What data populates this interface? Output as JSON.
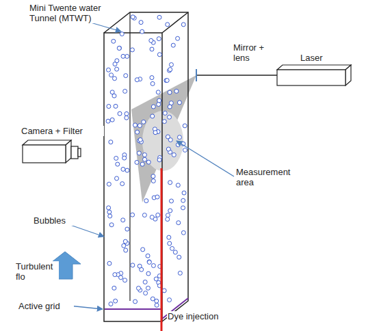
{
  "diagram": {
    "labels": [
      "Mini Twente water Tunnel (MTWT)",
      "Mirror + lens",
      "Laser",
      "Camera + Filter",
      "Measurement area",
      "Bubbles",
      "Turbulent flo",
      "Active grid",
      "Dye injection"
    ]
  }
}
